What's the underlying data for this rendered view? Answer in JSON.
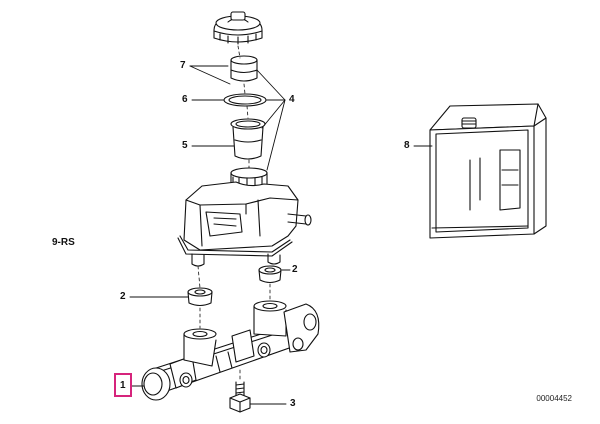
{
  "diagram": {
    "group_label": "9-RS",
    "diagram_code": "00004452",
    "highlight_color": "#d6247c",
    "callouts": [
      {
        "id": "1",
        "label": "1",
        "highlighted": true
      },
      {
        "id": "2a",
        "label": "2"
      },
      {
        "id": "2b",
        "label": "2"
      },
      {
        "id": "3",
        "label": "3"
      },
      {
        "id": "4",
        "label": "4"
      },
      {
        "id": "5",
        "label": "5"
      },
      {
        "id": "6",
        "label": "6"
      },
      {
        "id": "7",
        "label": "7"
      },
      {
        "id": "8",
        "label": "8"
      }
    ]
  }
}
